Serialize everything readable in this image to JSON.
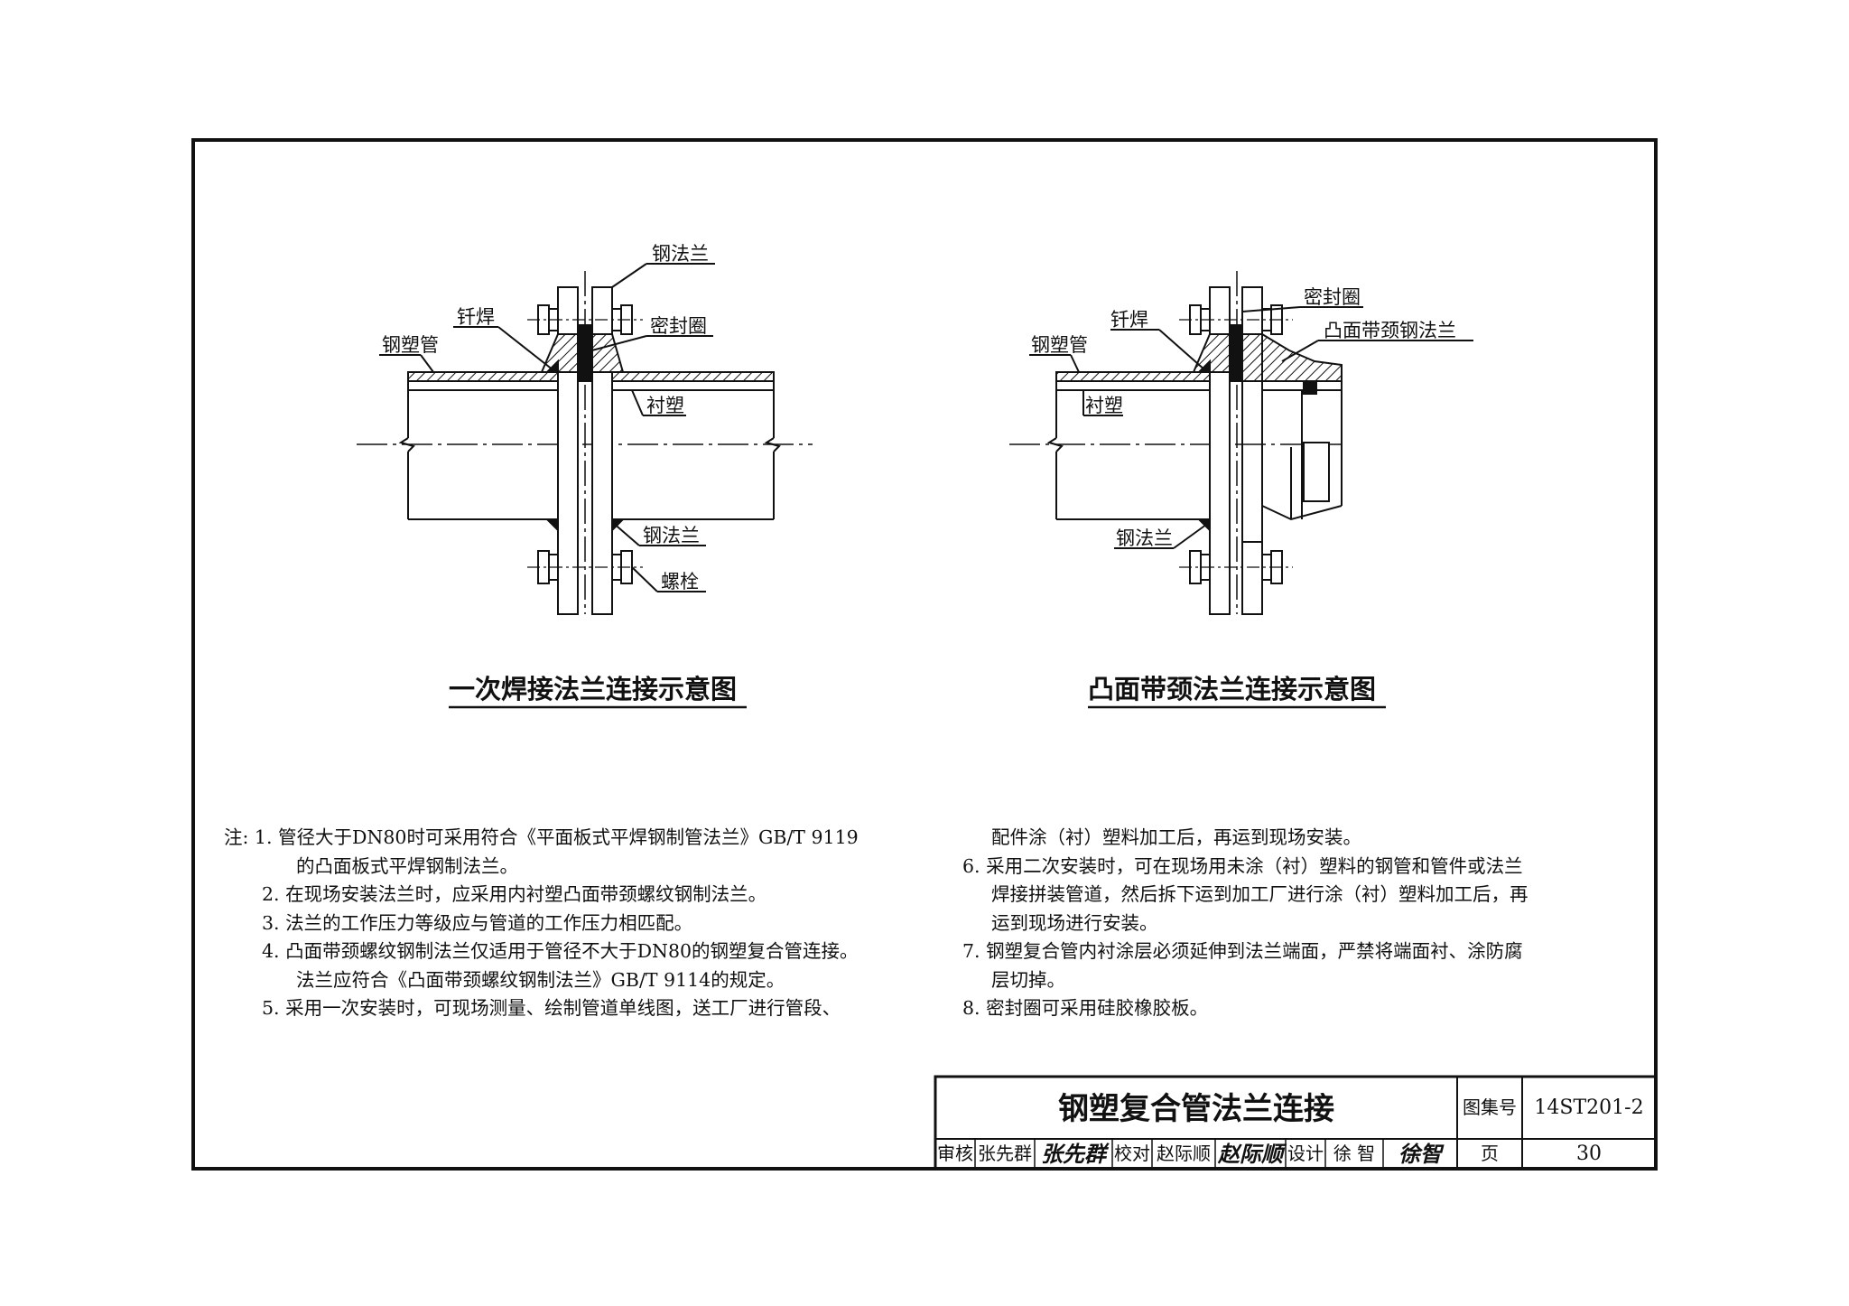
{
  "diagram_left": {
    "title": "一次焊接法兰连接示意图",
    "labels": {
      "steel_flange_top": "钢法兰",
      "brazing": "钎焊",
      "seal_ring": "密封圈",
      "steel_plastic_pipe": "钢塑管",
      "lining": "衬塑",
      "steel_flange_bottom": "钢法兰",
      "bolt": "螺栓"
    }
  },
  "diagram_right": {
    "title": "凸面带颈法兰连接示意图",
    "labels": {
      "seal_ring": "密封圈",
      "brazing": "钎焊",
      "raised_neck_flange": "凸面带颈钢法兰",
      "steel_plastic_pipe": "钢塑管",
      "lining": "衬塑",
      "steel_flange_bottom": "钢法兰"
    }
  },
  "notes": {
    "left": [
      "注: 1. 管径大于DN80时可采用符合《平面板式平焊钢制管法兰》GB/T 9119",
      "        的凸面板式平焊钢制法兰。",
      "     2. 在现场安装法兰时，应采用内衬塑凸面带颈螺纹钢制法兰。",
      "     3. 法兰的工作压力等级应与管道的工作压力相匹配。",
      "     4. 凸面带颈螺纹钢制法兰仅适用于管径不大于DN80的钢塑复合管连接。",
      "        法兰应符合《凸面带颈螺纹钢制法兰》GB/T 9114的规定。",
      "     5. 采用一次安装时，可现场测量、绘制管道单线图，送工厂进行管段、"
    ],
    "right": [
      "    配件涂（衬）塑料加工后，再运到现场安装。",
      "6. 采用二次安装时，可在现场用未涂（衬）塑料的钢管和管件或法兰",
      "    焊接拼装管道，然后拆下运到加工厂进行涂（衬）塑料加工后，再",
      "    运到现场进行安装。",
      "7. 钢塑复合管内衬涂层必须延伸到法兰端面，严禁将端面衬、涂防腐",
      "    层切掉。",
      "8. 密封圈可采用硅胶橡胶板。"
    ]
  },
  "title_block": {
    "title": "钢塑复合管法兰连接",
    "atlas_label": "图集号",
    "atlas_no": "14ST201-2",
    "review_label": "审核",
    "reviewer": "张先群",
    "reviewer_sig": "张先群",
    "check_label": "校对",
    "checker": "赵际顺",
    "checker_sig": "赵际顺",
    "design_label": "设计",
    "designer": "徐 智",
    "designer_sig": "徐智",
    "page_label": "页",
    "page_no": "30"
  }
}
